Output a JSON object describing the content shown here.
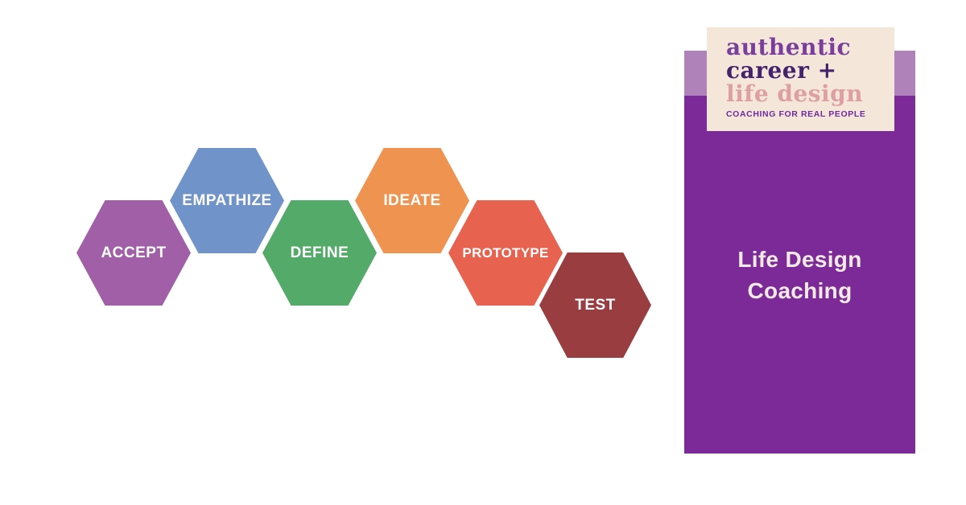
{
  "canvas": {
    "background": "#ffffff"
  },
  "diagram": {
    "title": "design-thinking-process",
    "label_color": "#ffffff",
    "hexagons": [
      {
        "label": "ACCEPT",
        "color": "#a15fa7"
      },
      {
        "label": "EMPATHIZE",
        "color": "#7093c9"
      },
      {
        "label": "DEFINE",
        "color": "#53aa69"
      },
      {
        "label": "IDEATE",
        "color": "#ee9350"
      },
      {
        "label": "PROTOTYPE",
        "color": "#e8634f"
      },
      {
        "label": "TEST",
        "color": "#993d41"
      }
    ]
  },
  "sidebar": {
    "background": "#7b2a97",
    "band_color": "#af82b9",
    "heading": {
      "text": "Life Design Coaching",
      "color": "#f3ebe3"
    },
    "logo": {
      "background": "#f4e6d9",
      "line1": {
        "text": "authentic",
        "color": "#7a3f9d"
      },
      "line2": {
        "text": "career +",
        "color": "#45226c"
      },
      "line3": {
        "text": "life design",
        "color": "#de9fa4"
      },
      "tagline": {
        "text": "COACHING FOR REAL PEOPLE",
        "color": "#6e2b9f"
      }
    }
  }
}
